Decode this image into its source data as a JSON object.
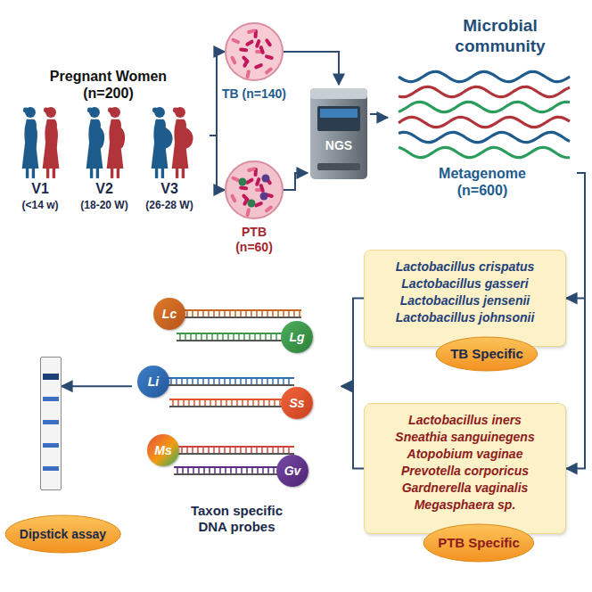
{
  "diagram": {
    "nodes": [
      {
        "text": [
          "Pregnant Women (n=200)"
        ]
      },
      {
        "text": [
          "TB (n=140)"
        ]
      },
      {
        "text": [
          "PTB (n=60)"
        ]
      },
      {
        "text": [
          "NGS"
        ]
      },
      {
        "text": [
          "Microbial community",
          "Metagenome (n=600)"
        ]
      },
      {
        "text": [
          "Lactobacillus crispatus",
          "Lactobacillus gasseri",
          "Lactobacillus jensenii",
          "Lactobacillus johnsonii"
        ]
      },
      {
        "text": [
          "TB Specific"
        ]
      },
      {
        "text": [
          "Lactobacillus iners",
          "Sneathia sanguinegens",
          "Atopobium vaginae",
          "Prevotella corporicus",
          "Gardnerella vaginalis",
          "Megasphaera sp."
        ]
      },
      {
        "text": [
          "PTB Specific"
        ]
      },
      {
        "text": [
          "Taxon specific DNA probes"
        ]
      },
      {
        "text": [
          "Lc"
        ],
        "in": 9
      },
      {
        "text": [
          "Lg"
        ],
        "in": 9
      },
      {
        "text": [
          "Li"
        ],
        "in": 9
      },
      {
        "text": [
          "Ss"
        ],
        "in": 9
      },
      {
        "text": [
          "Ms"
        ],
        "in": 9
      },
      {
        "text": [
          "Gv"
        ],
        "in": 9
      },
      {
        "text": [
          "Dipstick assay"
        ]
      }
    ],
    "edges": [
      {
        "from": 0,
        "to": 1,
        "arrow": "to"
      },
      {
        "from": 0,
        "to": 2,
        "arrow": "to"
      },
      {
        "from": 1,
        "to": 3,
        "arrow": "to"
      },
      {
        "from": 2,
        "to": 3,
        "arrow": "to"
      },
      {
        "from": 3,
        "to": 4,
        "arrow": "to"
      },
      {
        "from": 4,
        "to": 5,
        "arrow": "to"
      },
      {
        "from": 4,
        "to": 7,
        "arrow": "to"
      },
      {
        "from": 5,
        "to": 9,
        "arrow": "to"
      },
      {
        "from": 7,
        "to": 9,
        "arrow": "to"
      },
      {
        "from": 9,
        "to": 16,
        "arrow": "to"
      }
    ],
    "labels": [
      "V1",
      "(<14 w)",
      "V2",
      "(18-20 W)",
      "V3",
      "(26-28 W)"
    ]
  }
}
